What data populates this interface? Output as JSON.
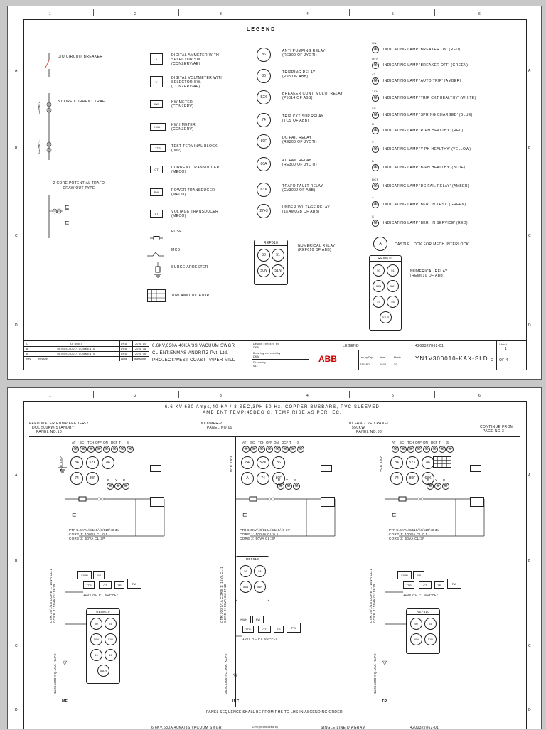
{
  "zones": {
    "columns": [
      "1",
      "2",
      "3",
      "4",
      "5",
      "6"
    ],
    "rows": [
      "A",
      "B",
      "C",
      "D"
    ]
  },
  "sheet1": {
    "legend_title": "LEGEND",
    "col1": {
      "cb_label": "D/O CIRCUIT BREAKER",
      "ct_label": "3 CORE CURRENT TRAFO.",
      "core2": "CORE-2",
      "core1": "CORE-1",
      "pt_label_l1": "2 CORE POTENTIAL TRAFO",
      "pt_label_l2": "DRAW OUT TYPE"
    },
    "col2": [
      {
        "sym": "A",
        "l1": "DIGITAL AMMETER WITH",
        "l2": "SELECTOR SW.",
        "l3": "(CONZERV/AE)"
      },
      {
        "sym": "V",
        "l1": "DIGITAL VOLTMETER WITH",
        "l2": "SELECTOR SW.",
        "l3": "(CONZERV/AE)"
      },
      {
        "sym": "KW",
        "l1": "KW METER",
        "l2": "(CONZERV)",
        "l3": ""
      },
      {
        "sym": "KWH",
        "l1": "KWH METER",
        "l2": "(CONZERV)",
        "l3": ""
      },
      {
        "sym": "TTB",
        "l1": "TEST TERMINAL BLOCK",
        "l2": "(IMP)",
        "l3": ""
      },
      {
        "sym": "CT",
        "l1": "CURRENT TRANSDUCER",
        "l2": "(MECO)",
        "l3": ""
      },
      {
        "sym": "PW",
        "l1": "POWER TRANSDUCER",
        "l2": "(MECO)",
        "l3": ""
      },
      {
        "sym": "VT",
        "l1": "VOLTAGE TRANSDUCER",
        "l2": "(MECO)",
        "l3": ""
      },
      {
        "sym": "",
        "l1": "FUSE",
        "l2": "",
        "l3": ""
      },
      {
        "sym": "",
        "l1": "MCB",
        "l2": "",
        "l3": ""
      },
      {
        "sym": "",
        "l1": "SURGE ARRESTER",
        "l2": "",
        "l3": ""
      },
      {
        "sym": "",
        "l1": "10W ANNUNCIATOR",
        "l2": "",
        "l3": ""
      }
    ],
    "col3": [
      {
        "code": "86",
        "l1": "ANTI PUMPING RELAY",
        "l2": "(RE300 OF JYOTI)"
      },
      {
        "code": "86",
        "l1": "TRIPPING RELAY",
        "l2": "(P98 OF ABB)"
      },
      {
        "code": "52X",
        "l1": "BREAKER CONT. MULTI. RELAY",
        "l2": "(P5814 OF ABB)"
      },
      {
        "code": "74",
        "l1": "TRIP CKT SUP.RELAY",
        "l2": "(TCS OF ABB)"
      },
      {
        "code": "80F",
        "l1": "DC FAIL RELAY",
        "l2": "(RE300 OF JYOTI)"
      },
      {
        "code": "80A",
        "l1": "AC FAIL RELAY",
        "l2": "(RE300 OF JYOTI)"
      },
      {
        "code": "63X",
        "l1": "TRAFO FAULT RELAY",
        "l2": "(CV300J OF ABB)"
      },
      {
        "code": "27+3",
        "l1": "UNDER VOLTAGE RELAY",
        "l2": "(1KAMU2B OF ABB)"
      }
    ],
    "ref_relay": {
      "title": "REF610",
      "cells": [
        "50",
        "51",
        "50N",
        "51N"
      ],
      "l1": "NUMERICAL RELAY",
      "l2": "(REF610 OF ABB)"
    },
    "col4": [
      {
        "code": "ON",
        "text": "INDICATING LAMP 'BREAKER ON' (RED)"
      },
      {
        "code": "OFF",
        "text": "INDICATING LAMP 'BREAKER OFF' (GREEN)"
      },
      {
        "code": "AT",
        "text": "INDICATING LAMP 'AUTO TRIP' (AMBER)"
      },
      {
        "code": "TCH",
        "text": "INDICATING LAMP 'TRIP CKT.HEALTHY' (WHITE)"
      },
      {
        "code": "SC",
        "text": "INDICATING LAMP 'SPRING CHARGED' (BLUE)"
      },
      {
        "code": "R",
        "text": "INDICATING LAMP 'R-PH HEALTHY' (RED)"
      },
      {
        "code": "Y",
        "text": "INDICATING LAMP 'Y-PH HEALTHY' (YELLOW)"
      },
      {
        "code": "B",
        "text": "INDICATING LAMP 'B-PH HEALTHY' (BLUE)"
      },
      {
        "code": "DCF",
        "text": "INDICATING LAMP 'DC FAIL RELAY' (AMBER)"
      },
      {
        "code": "T",
        "text": "INDICATING LAMP 'BKR. IN TEST' (GREEN)"
      },
      {
        "code": "S",
        "text": "INDICATING LAMP 'BKR. IN SERVICE' (RED)"
      }
    ],
    "castle": {
      "code": "A",
      "text": "CASTLE LOCK FOR MECH INTERLOCK"
    },
    "rem_relay": {
      "title": "REM610",
      "cells": [
        "50",
        "51",
        "50N",
        "51N",
        "49",
        "46",
        "51LR"
      ],
      "l1": "NUMERICAL RELAY",
      "l2": "(REM610 OF ABB)"
    },
    "title_block": {
      "revisions": [
        {
          "no": "C",
          "text": "AS BUILT",
          "by": "DNA",
          "date": "2008 10"
        },
        {
          "no": "B",
          "text": "REVISED DULY COMMENTS",
          "by": "DNA",
          "date": "2008 08"
        },
        {
          "no": "A",
          "text": "REVISED DULY COMMENTS",
          "by": "DNA",
          "date": "2008 06"
        }
      ],
      "rev_hdr": [
        "Rev",
        "Revision",
        "Appd",
        "Year Month"
      ],
      "project_l1": "6.6KV,630A,40KA/3S VACUUM SWGR",
      "project_l2": "CLIENT:ENMAS-ANDRITZ Pvt. Ltd.",
      "project_l3": "PROJECT:WEST COAST PAPER MILL",
      "design_checked": "Design checked by",
      "design_checked_v": "DKA",
      "drawing_checked": "Drawing checked by",
      "drawing_checked_v": "DKA",
      "drawn_by": "Drawn by",
      "drawn_by_v": "SLT",
      "sheet_title": "LEGEND",
      "logo": "ABB",
      "doc_no_small": "4200327862-01",
      "doc_no": "YN1V300010-KAX-SLD",
      "sheet_lbl": "Sheet",
      "sheet_no": "1",
      "of": "OF 4",
      "mini_hdr": [
        "Lev. by Dept.",
        "Year",
        "Month"
      ],
      "mini_vals": [
        "PTMPD",
        "2008",
        "10"
      ],
      "rev_letter": "C"
    }
  },
  "sheet2": {
    "header_l1": "6.6 KV,630 Amps,40 KA / 3 SEC,3PH,50 Hz, COPPER BUSBARS, PVC SLEEVED",
    "header_l2": "AMBIENT TEMP:45DEG C, TEMP RISE AS PER IEC.",
    "continue_l1": "CONTINUE FROM",
    "continue_l2": "PAGE NO 3",
    "lamp_codes": [
      "AT",
      "SC",
      "TCH",
      "OFF",
      "ON",
      "DCF",
      "T",
      "S"
    ],
    "feeders": [
      {
        "name_l1": "FEED WATER PUMP FEEDER-2",
        "name_l2": "DOL 500KW(STANDBY)",
        "name_l3": "PANEL NO.10",
        "relays": [
          "84",
          "52X",
          "86",
          "74",
          "80F"
        ],
        "pt_l1": "PTR:6.6KV/√3/110/√3/110/√3-3V",
        "pt_l2": "CORE 1: 100VA CL:0.5",
        "pt_l3": "CORE 2: 50VA CL:3P",
        "supply": "110V AC PT SUPPLY",
        "relay_title": "REM610",
        "relay_cells": [
          "50",
          "51",
          "50N",
          "51N",
          "49",
          "46",
          "51LR"
        ],
        "cable": "1x3Cx300 SQ.MM. XLPE",
        "ct": "CTR:75/1/1A CORE 1: 15VA CL:1 CORE 2: 15VA CL:5P10",
        "vcb": "VCB 630A",
        "end_label": "MF",
        "la": "LA"
      },
      {
        "name_l1": "INCOMER-2",
        "name_l2": "",
        "name_l3": "PANEL NO.09",
        "relays": [
          "84",
          "52X",
          "86",
          "A",
          "74",
          "80F"
        ],
        "pt_l1": "PTR:6.6KV/√3/110/√3/110/√3-3V",
        "pt_l2": "CORE 1: 100VA CL:0.5",
        "pt_l3": "CORE 2: 50VA CL:3P",
        "supply": "110V AC PT SUPPLY",
        "relay_title": "REF610",
        "relay_cells": [
          "50",
          "51",
          "50N",
          "51N"
        ],
        "cable": "2x3Cx300 SQ.MM. XLPE",
        "ct": "CTR:300/1/1A CORE 1: 15VA CL:1 CORE 2: 15VA CL:5P10",
        "vcb": "VCB 630A",
        "end_label": "INC",
        "la": "LA"
      },
      {
        "name_l1": "ID FAN-2 VFD PANEL",
        "name_l2": "550KW",
        "name_l3": "PANEL NO.08",
        "relays": [
          "84",
          "52X",
          "86",
          "74",
          "80F",
          "63X"
        ],
        "pt_l1": "PTR:6.6KV/√3/110/√3/110/√3-3V",
        "pt_l2": "CORE 1: 100VA CL:0.5",
        "pt_l3": "CORE 2: 50VA CL:3P",
        "supply": "110V AC PT SUPPLY",
        "relay_title": "REF610",
        "relay_cells": [
          "50",
          "51",
          "50N",
          "51N"
        ],
        "cable": "1x3Cx300 SQ.MM. XLPE",
        "ct": "CTR:75/1/1A CORE 1: 15VA CL:1 CORE 2: 15VA CL:5P10",
        "vcb": "VCB 630A",
        "end_label": "TR",
        "la": "LA"
      }
    ],
    "rph": [
      "R",
      "Y",
      "B"
    ],
    "meters": [
      "KWH",
      "KW",
      "TTB",
      "CT",
      "TR",
      "PW"
    ],
    "footer_note": "PANEL SEQUENCE SHALL BE FROM RHS TO LHS IN ASCENDING ORDER",
    "tb_partial": {
      "project_l1": "6.6KV,630A,40KA/3S VACUUM SWGR",
      "design_checked": "Design checked by",
      "title": "SINGLE LINE DIAGRAM",
      "doc_no_small": "4200327862-01"
    }
  }
}
